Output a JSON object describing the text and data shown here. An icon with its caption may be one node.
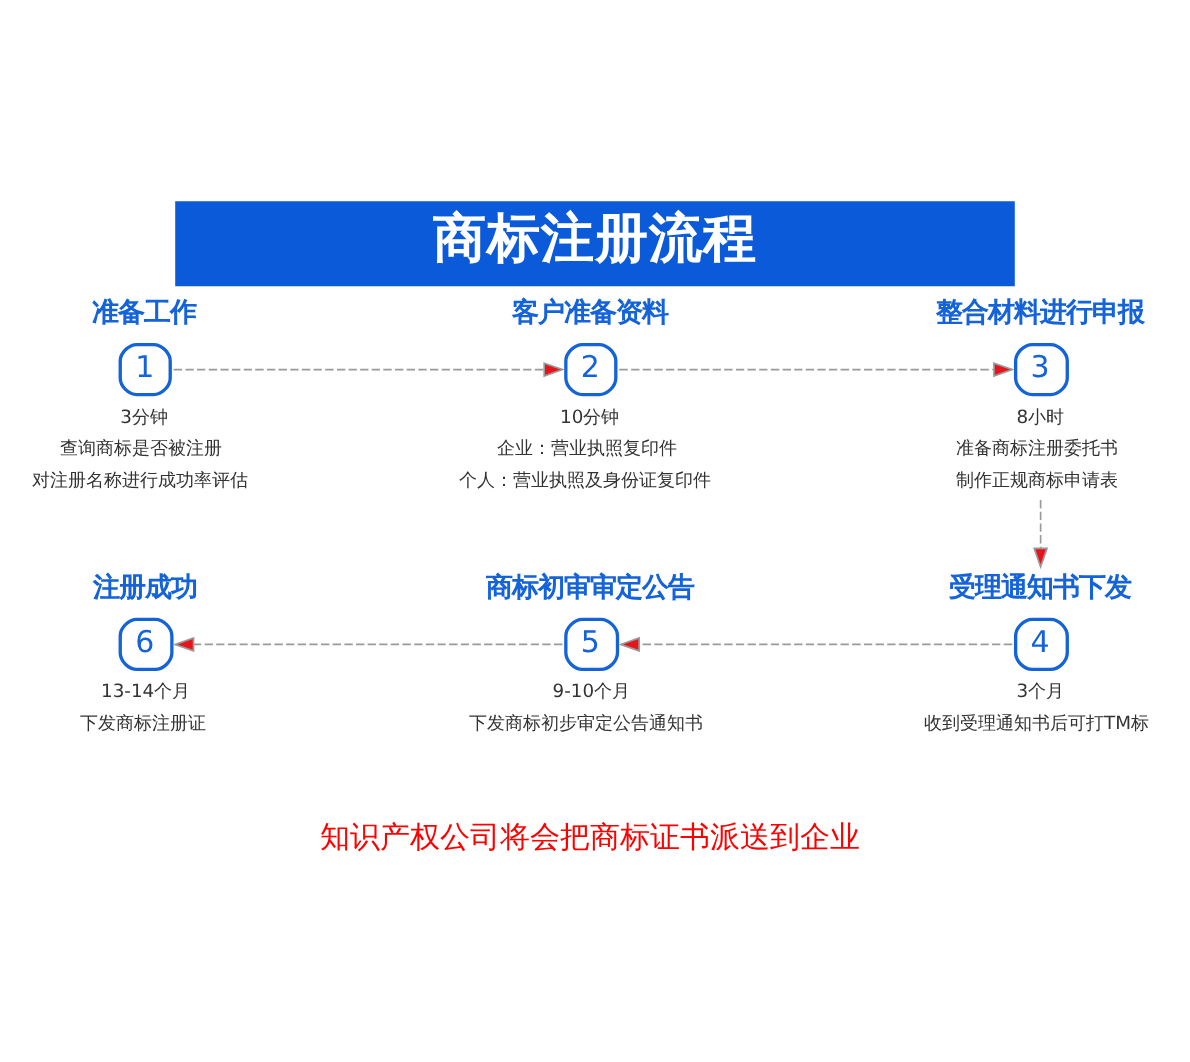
{
  "diagram": {
    "title": "商标注册流程",
    "caption": "知识产权公司将会把商标证书派送到企业",
    "nodes": [
      {
        "text": [
          "准备工作",
          "1"
        ],
        "beside": [
          "3分钟",
          "查询商标是否被注册",
          "对注册名称进行成功率评估"
        ]
      },
      {
        "text": [
          "客户准备资料",
          "2"
        ],
        "beside": [
          "10分钟",
          "企业：营业执照复印件",
          "个人：营业执照及身份证复印件"
        ]
      },
      {
        "text": [
          "整合材料进行申报",
          "3"
        ],
        "beside": [
          "8小时",
          "准备商标注册委托书",
          "制作正规商标申请表"
        ]
      },
      {
        "text": [
          "受理通知书下发",
          "4"
        ],
        "beside": [
          "3个月",
          "收到受理通知书后可打TM标"
        ]
      },
      {
        "text": [
          "商标初审审定公告",
          "5"
        ],
        "beside": [
          "9-10个月",
          "下发商标初步审定公告通知书"
        ]
      },
      {
        "text": [
          "注册成功",
          "6"
        ],
        "beside": [
          "13-14个月",
          "下发商标注册证"
        ]
      }
    ],
    "edges": [
      {
        "from": 0,
        "to": 1,
        "arrow": "to",
        "style": "dashed"
      },
      {
        "from": 1,
        "to": 2,
        "arrow": "to",
        "style": "dashed"
      },
      {
        "from": 2,
        "to": 3,
        "arrow": "to",
        "style": "dashed"
      },
      {
        "from": 3,
        "to": 4,
        "arrow": "to",
        "style": "dashed"
      },
      {
        "from": 4,
        "to": 5,
        "arrow": "to",
        "style": "dashed"
      }
    ]
  }
}
